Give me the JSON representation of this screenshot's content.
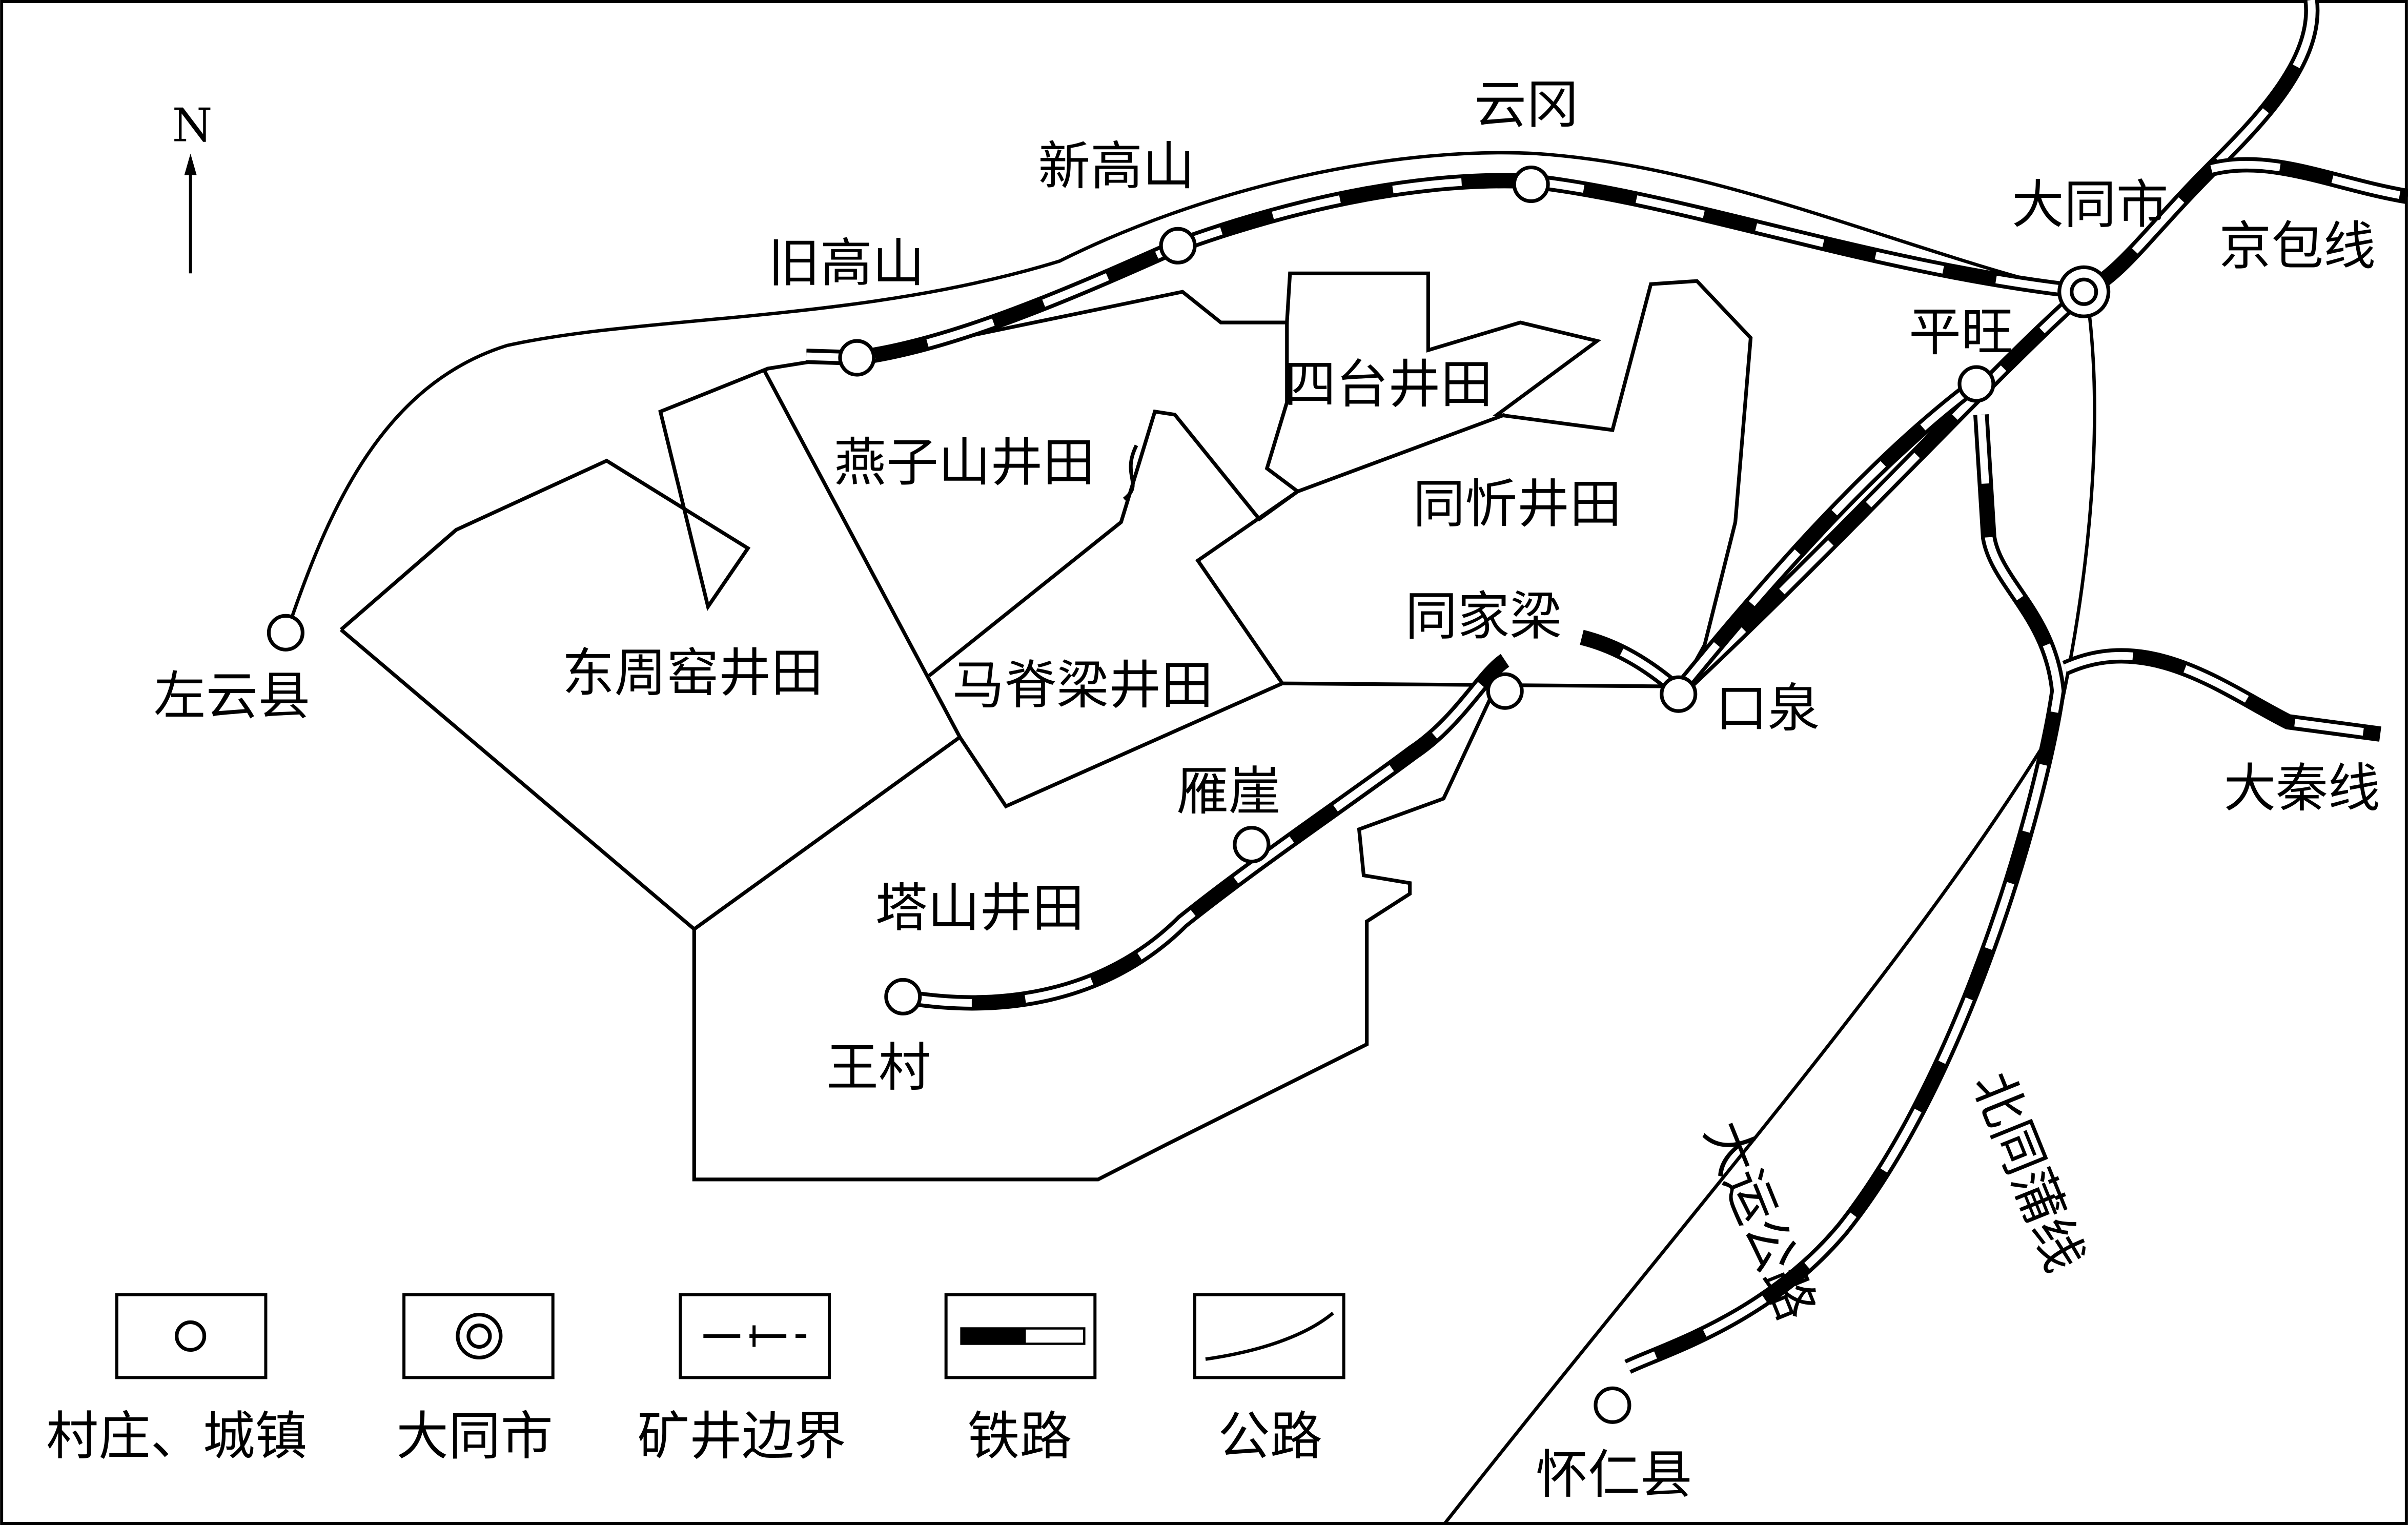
{
  "north": "N",
  "places": {
    "zuoyun": "左云县",
    "jiugaoshan": "旧高山",
    "xingaoshan": "新高山",
    "yungang": "云冈",
    "datong": "大同市",
    "pingwang": "平旺",
    "tongjialiang": "同家梁",
    "kouquan": "口泉",
    "yanya": "雁崖",
    "wangcun": "王村",
    "huairen": "怀仁县"
  },
  "mine_fields": {
    "yanzishan": "燕子山井田",
    "sitai": "四台井田",
    "tongxin": "同忻井田",
    "dongzhouyao": "东周窑井田",
    "majiliang": "马脊梁井田",
    "tashan": "塔山井田"
  },
  "lines": {
    "jingbao": "京包线",
    "daqin": "大秦线",
    "beitongpu": "北同蒲线",
    "dayun": "大运公路"
  },
  "legend": [
    {
      "key": "village",
      "label": "村庄、城镇"
    },
    {
      "key": "city",
      "label": "大同市"
    },
    {
      "key": "boundary",
      "label": "矿井边界"
    },
    {
      "key": "railway",
      "label": "铁路"
    },
    {
      "key": "road",
      "label": "公路"
    }
  ]
}
